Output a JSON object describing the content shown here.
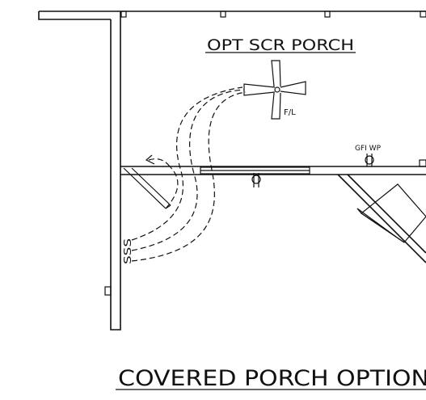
{
  "drawing": {
    "room_label": "OPT SCR PORCH",
    "fan_label": "F/L",
    "outlet_label": "GFI WP",
    "switch_symbol": "SSS",
    "title": "COVERED PORCH OPTION"
  }
}
